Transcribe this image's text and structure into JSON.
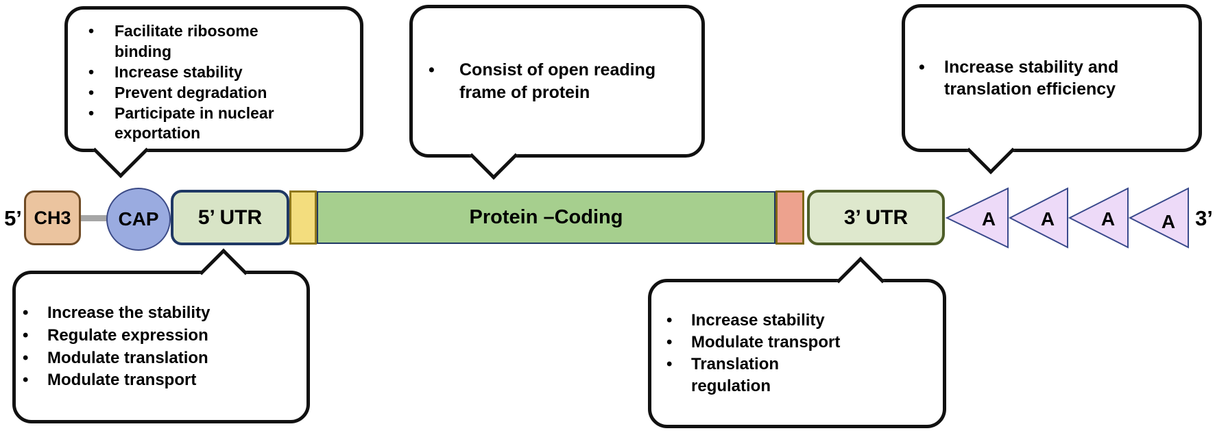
{
  "strip": {
    "five_prime_label": "5’",
    "three_prime_label": "3’",
    "ch3_label": "CH3",
    "cap_label": "CAP",
    "utr5_label": "5’ UTR",
    "coding_label": "Protein –Coding",
    "utr3_label": "3’ UTR",
    "poly_a_labels": [
      "A",
      "A",
      "A",
      "A"
    ]
  },
  "callouts": {
    "cap": {
      "items": [
        "Facilitate ribosome binding",
        "Increase stability",
        "Prevent degradation",
        "Participate in nuclear exportation"
      ]
    },
    "coding": {
      "items": [
        "Consist of open reading frame of protein"
      ]
    },
    "poly_a": {
      "items": [
        "Increase stability and translation efficiency"
      ]
    },
    "utr5": {
      "items": [
        "Increase the stability",
        "Regulate expression",
        "Modulate translation",
        "Modulate transport"
      ]
    },
    "utr3": {
      "items": [
        "Increase stability",
        "Modulate transport",
        "Translation regulation"
      ]
    }
  },
  "colors": {
    "ch3_fill": "#EBC49F",
    "ch3_border": "#6E4A24",
    "cap_fill": "#9AABE0",
    "cap_border": "#3B4A86",
    "utr5_fill": "#D8E4C6",
    "utr5_border": "#1F3864",
    "start_fill": "#F3DD7E",
    "start_border": "#8F781C",
    "coding_fill": "#A6CF8E",
    "coding_border": "#1F3864",
    "stop_fill": "#EDA28E",
    "stop_border": "#7E6614",
    "utr3_fill": "#DEE8CD",
    "utr3_border": "#4D5D28",
    "polya_fill": "#EDDAF8",
    "polya_border": "#3A4A8C",
    "connector": "#A6A6A6",
    "callout_border": "#111111",
    "text": "#000000"
  }
}
